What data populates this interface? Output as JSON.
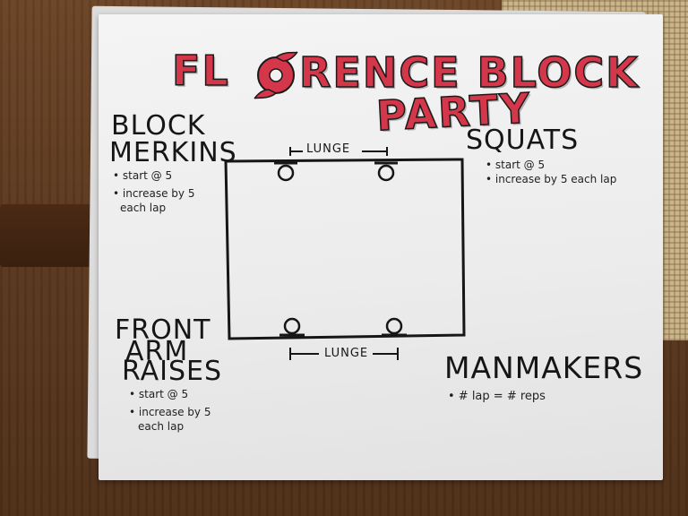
{
  "poster": {
    "title_part1": "FL",
    "title_part2": "RENCE BLOCK",
    "title_line2": "PARTY",
    "logo_icon": "hurricane-symbol-icon",
    "colors": {
      "title_red": "#d4364a",
      "ink": "#161616",
      "paper": "#f0f0f0"
    }
  },
  "stations": {
    "block_merkins": {
      "heading_line1": "BLOCK",
      "heading_line2": "MERKINS",
      "note1": "• start @ 5",
      "note2": "• increase by 5",
      "note3": "each lap"
    },
    "squats": {
      "heading": "SQUATS",
      "note1": "• start @ 5",
      "note2": "• increase by 5 each lap"
    },
    "front_arm_raises": {
      "heading_line1": "FRONT",
      "heading_line2": "ARM",
      "heading_line3": "RAISES",
      "note1": "• start @ 5",
      "note2": "• increase by 5",
      "note3": "each lap"
    },
    "manmakers": {
      "heading": "MANMAKERS",
      "note1": "• # lap = # reps"
    }
  },
  "course": {
    "top_lunge_label": "LUNGE",
    "bottom_lunge_label": "LUNGE"
  }
}
